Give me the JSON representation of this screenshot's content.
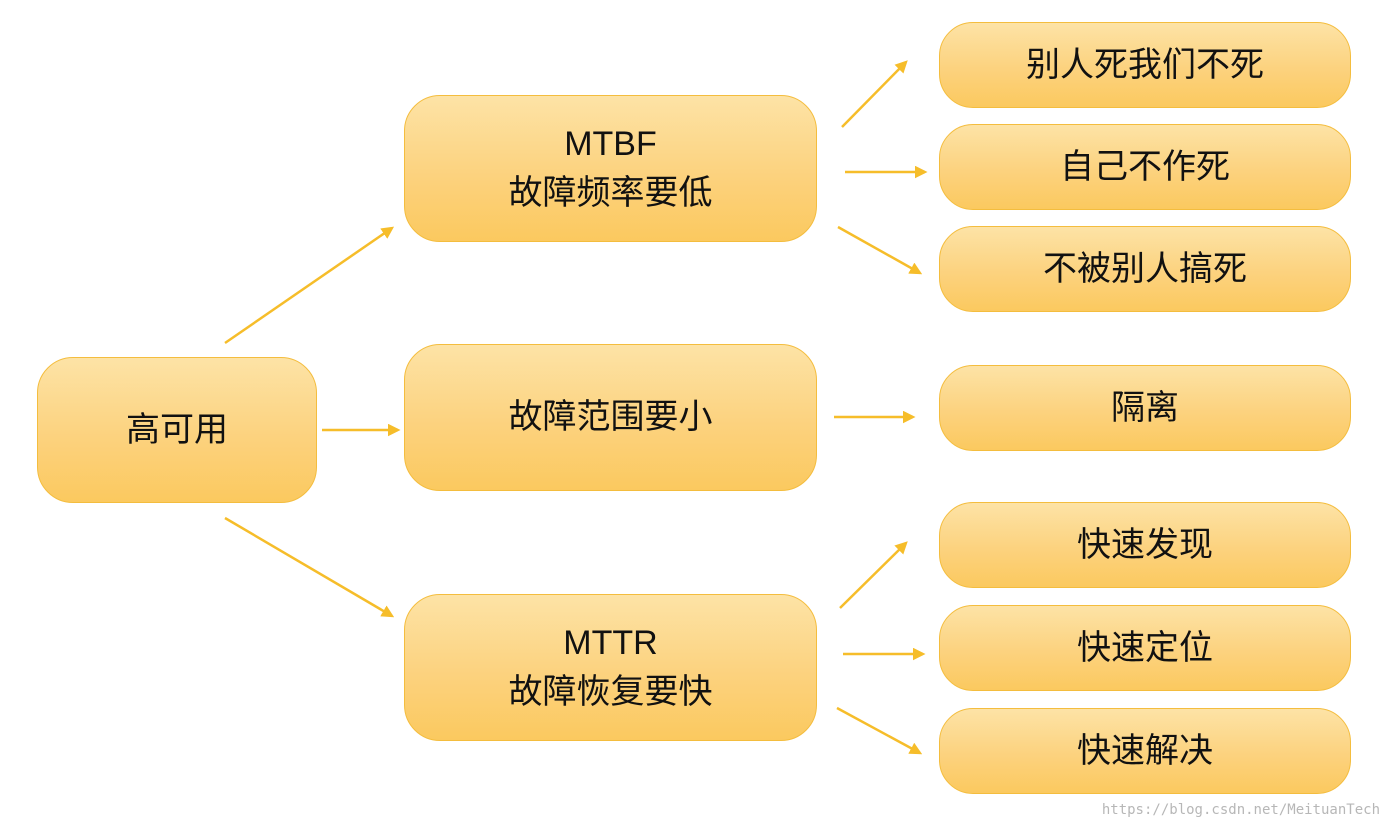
{
  "root": {
    "label": "高可用"
  },
  "branches": [
    {
      "abbr": "MTBF",
      "label": "故障频率要低",
      "leaves": [
        "别人死我们不死",
        "自己不作死",
        "不被别人搞死"
      ]
    },
    {
      "abbr": "",
      "label": "故障范围要小",
      "leaves": [
        "隔离"
      ]
    },
    {
      "abbr": "MTTR",
      "label": "故障恢复要快",
      "leaves": [
        "快速发现",
        "快速定位",
        "快速解决"
      ]
    }
  ],
  "colors": {
    "node_fill": "#fcd27e",
    "node_border": "#f4bd3e",
    "arrow": "#f6bd2a",
    "text": "#111111"
  },
  "watermark": "https://blog.csdn.net/MeituanTech"
}
